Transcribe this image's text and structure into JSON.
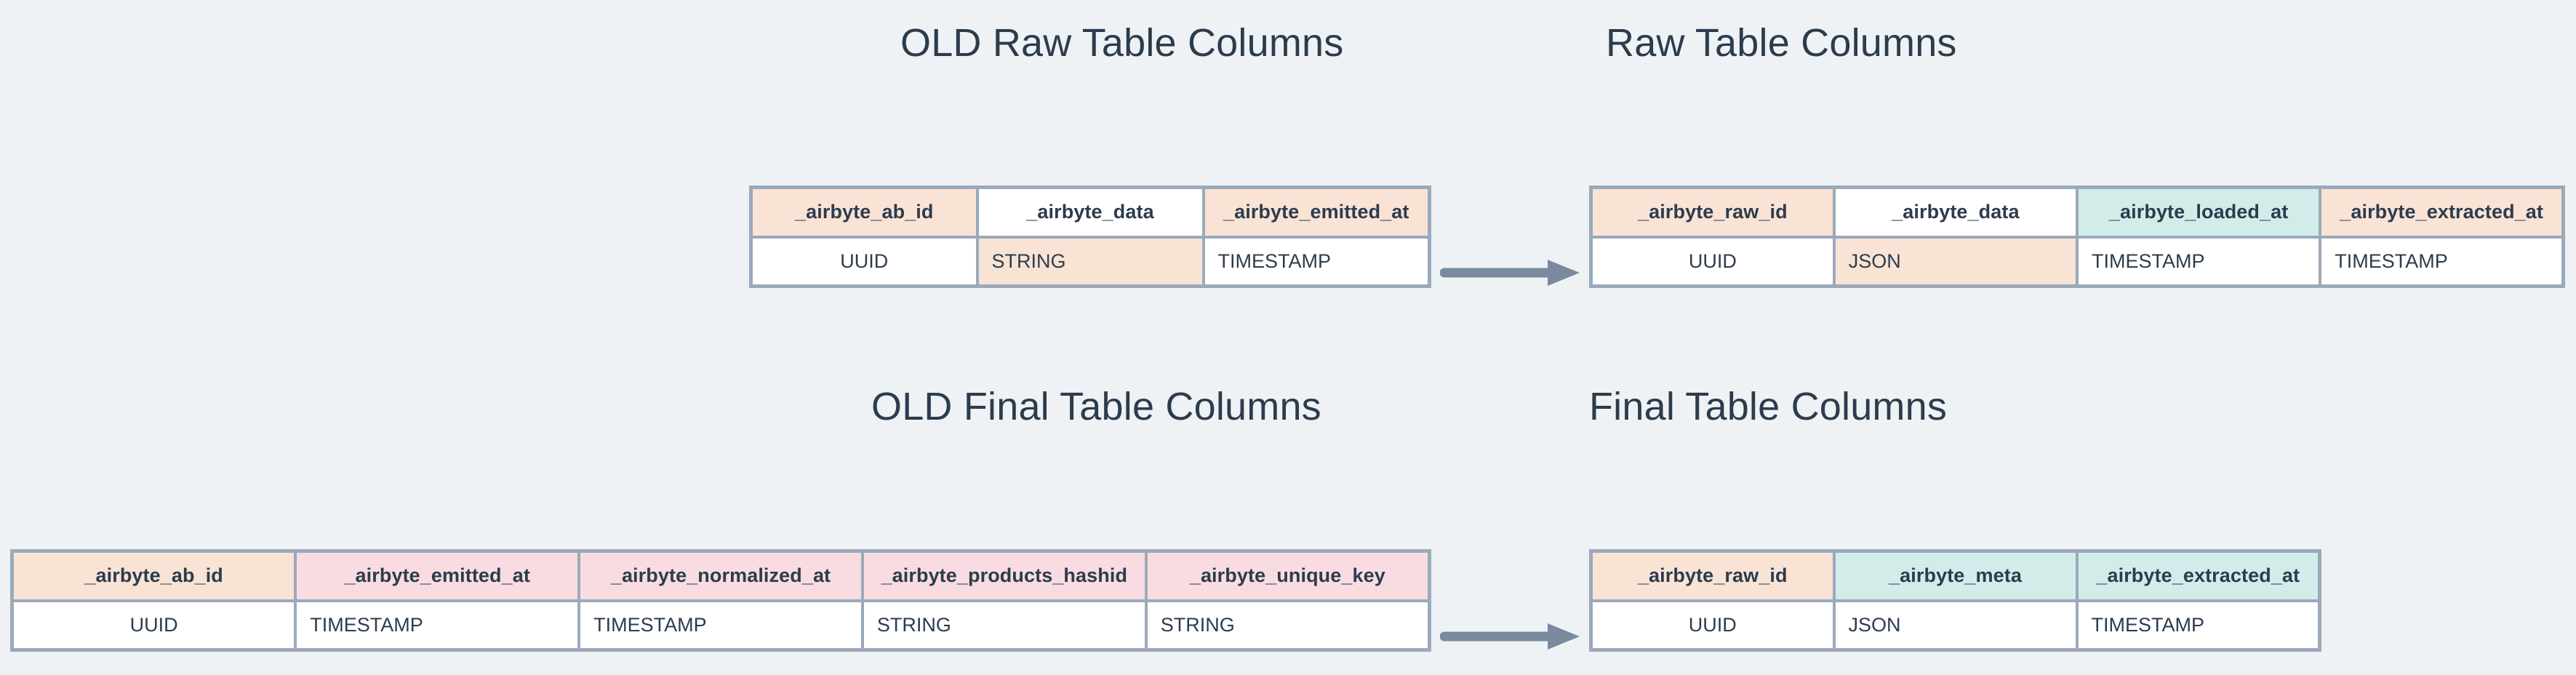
{
  "colors": {
    "background": "#eff2f5",
    "text": "#2c3c4d",
    "border": "#9aaabb",
    "arrow": "#7a8a9e",
    "peach": "#f8e3d5",
    "teal": "#d2ecea",
    "pink": "#f9dce1",
    "white": "#ffffff"
  },
  "titles": {
    "old_raw": "OLD Raw Table Columns",
    "new_raw": "Raw Table Columns",
    "old_final": "OLD Final Table Columns",
    "new_final": "Final Table Columns"
  },
  "arrows": {
    "raw": "arrow-right-icon",
    "final": "arrow-right-icon"
  },
  "tables": {
    "old_raw": {
      "columns": [
        {
          "name": "_airbyte_ab_id",
          "type": "UUID",
          "header_fill": "peach",
          "value_fill": "white"
        },
        {
          "name": "_airbyte_data",
          "type": "STRING",
          "header_fill": "white",
          "value_fill": "peach"
        },
        {
          "name": "_airbyte_emitted_at",
          "type": "TIMESTAMP",
          "header_fill": "peach",
          "value_fill": "white"
        }
      ]
    },
    "new_raw": {
      "columns": [
        {
          "name": "_airbyte_raw_id",
          "type": "UUID",
          "header_fill": "peach",
          "value_fill": "white"
        },
        {
          "name": "_airbyte_data",
          "type": "JSON",
          "header_fill": "white",
          "value_fill": "peach"
        },
        {
          "name": "_airbyte_loaded_at",
          "type": "TIMESTAMP",
          "header_fill": "teal",
          "value_fill": "white"
        },
        {
          "name": "_airbyte_extracted_at",
          "type": "TIMESTAMP",
          "header_fill": "peach",
          "value_fill": "white"
        }
      ]
    },
    "old_final": {
      "columns": [
        {
          "name": "_airbyte_ab_id",
          "type": "UUID",
          "header_fill": "peach",
          "value_fill": "white"
        },
        {
          "name": "_airbyte_emitted_at",
          "type": "TIMESTAMP",
          "header_fill": "pink",
          "value_fill": "white"
        },
        {
          "name": "_airbyte_normalized_at",
          "type": "TIMESTAMP",
          "header_fill": "pink",
          "value_fill": "white"
        },
        {
          "name": "_airbyte_products_hashid",
          "type": "STRING",
          "header_fill": "pink",
          "value_fill": "white"
        },
        {
          "name": "_airbyte_unique_key",
          "type": "STRING",
          "header_fill": "pink",
          "value_fill": "white"
        }
      ]
    },
    "new_final": {
      "columns": [
        {
          "name": "_airbyte_raw_id",
          "type": "UUID",
          "header_fill": "peach",
          "value_fill": "white"
        },
        {
          "name": "_airbyte_meta",
          "type": "JSON",
          "header_fill": "teal",
          "value_fill": "white"
        },
        {
          "name": "_airbyte_extracted_at",
          "type": "TIMESTAMP",
          "header_fill": "teal",
          "value_fill": "white"
        }
      ]
    }
  }
}
